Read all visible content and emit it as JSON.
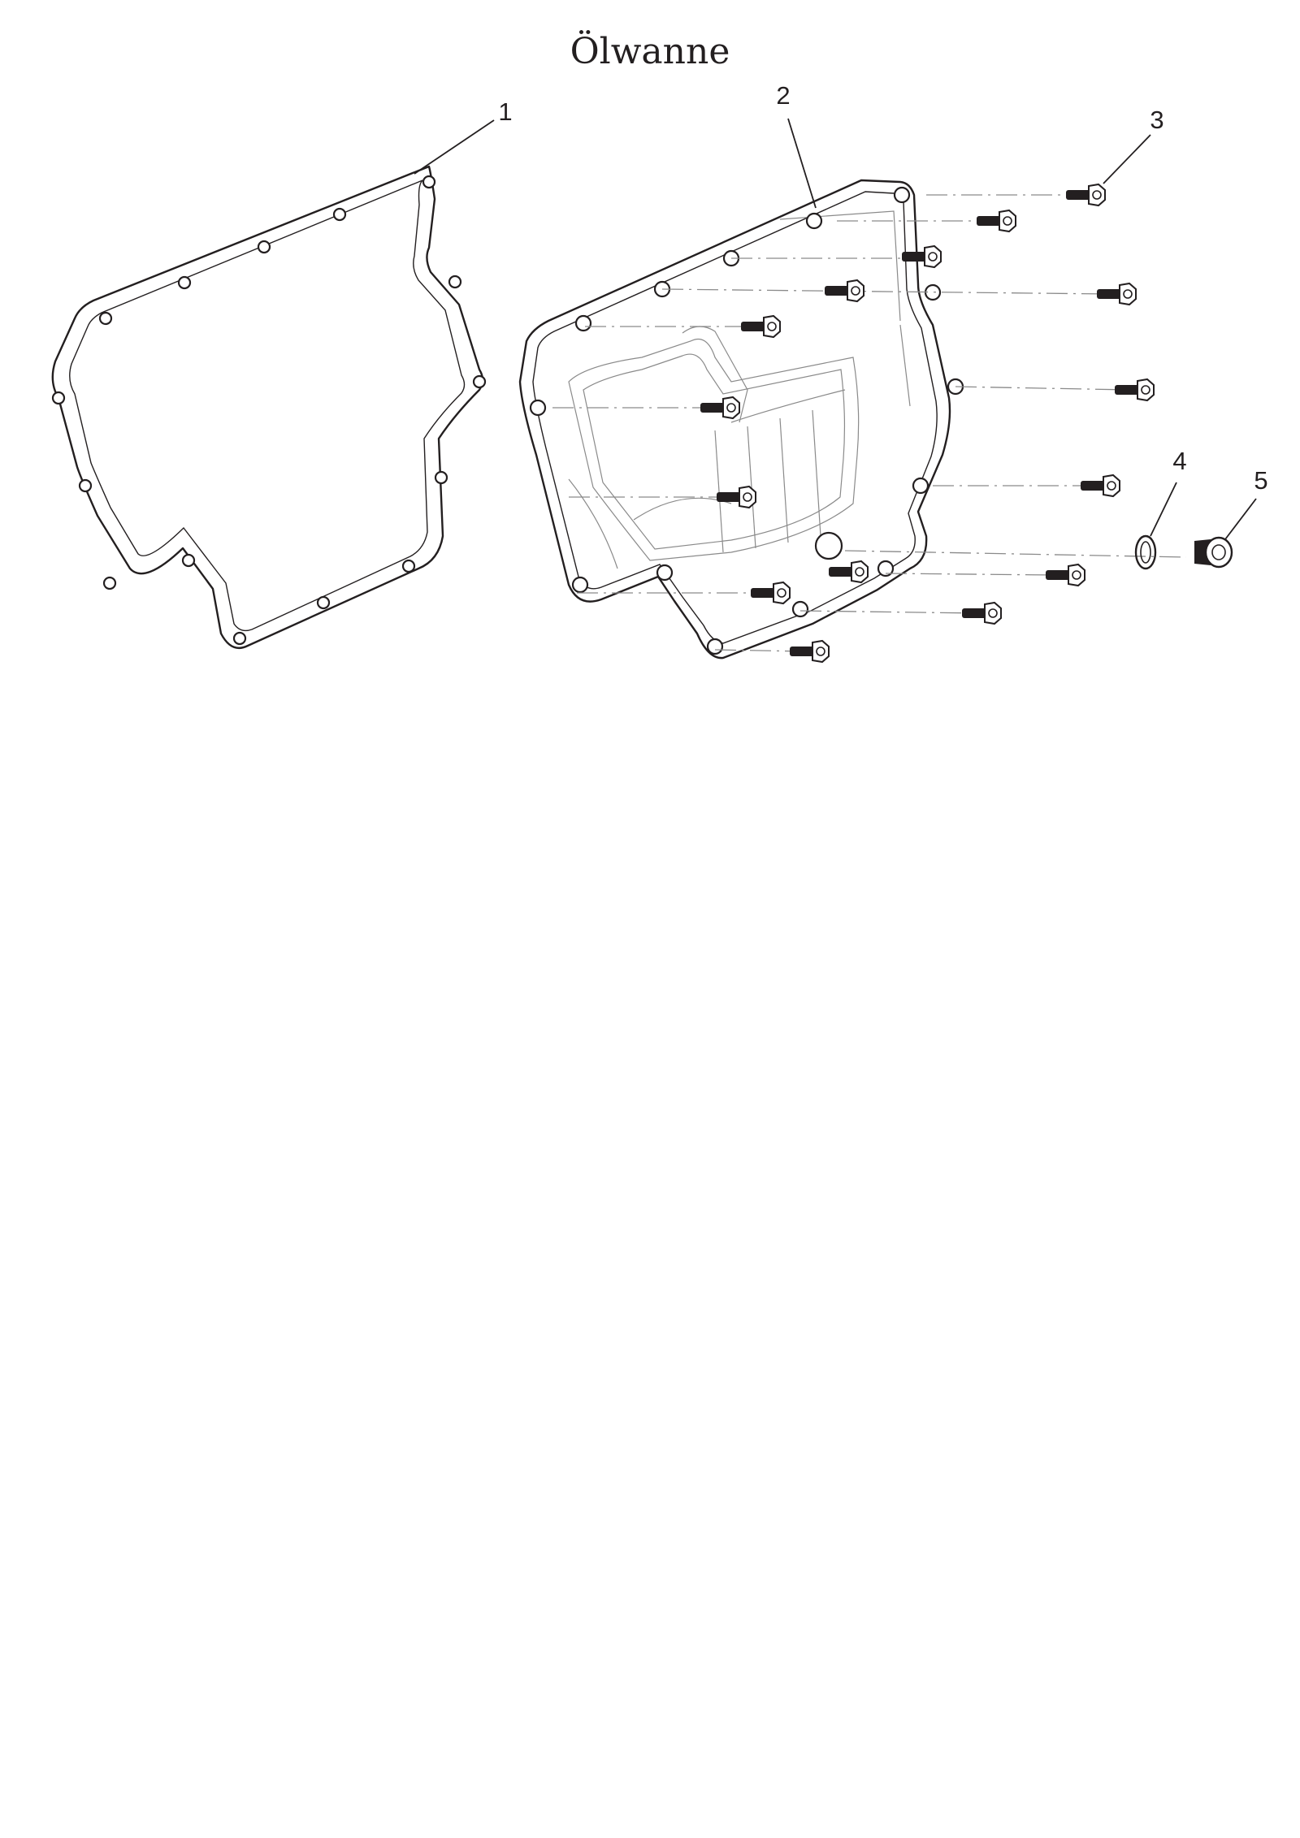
{
  "title": "Ölwanne",
  "callouts": [
    {
      "id": "1",
      "text": "1"
    },
    {
      "id": "2",
      "text": "2"
    },
    {
      "id": "3",
      "text": "3"
    },
    {
      "id": "4",
      "text": "4"
    },
    {
      "id": "5",
      "text": "5"
    }
  ],
  "colors": {
    "line": "#231f20",
    "centerline": "#8a8a8a",
    "background": "#ffffff"
  }
}
